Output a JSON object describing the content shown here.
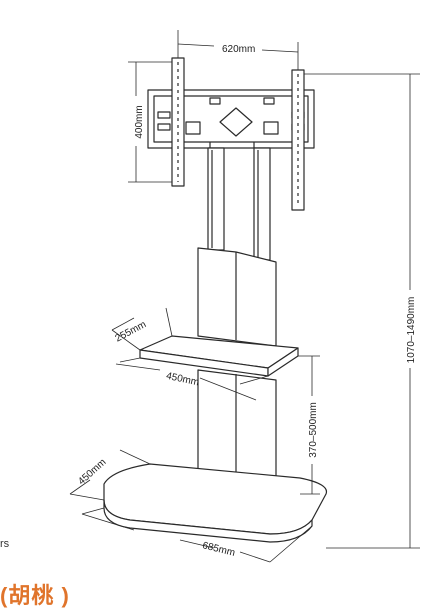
{
  "figure": {
    "labels": {
      "width_top": "620mm",
      "height_vesa": "400mm",
      "total_height": "1070–1490mm",
      "shelf_depth": "255mm",
      "shelf_width": "450mm",
      "shelf_height": "370–500mm",
      "base_depth": "450mm",
      "base_width": "685mm"
    },
    "edge_text_left": "rs",
    "edge_title": "(胡桃 )"
  },
  "colors": {
    "line": "#2a2a2a",
    "accent": "#e0742b"
  }
}
